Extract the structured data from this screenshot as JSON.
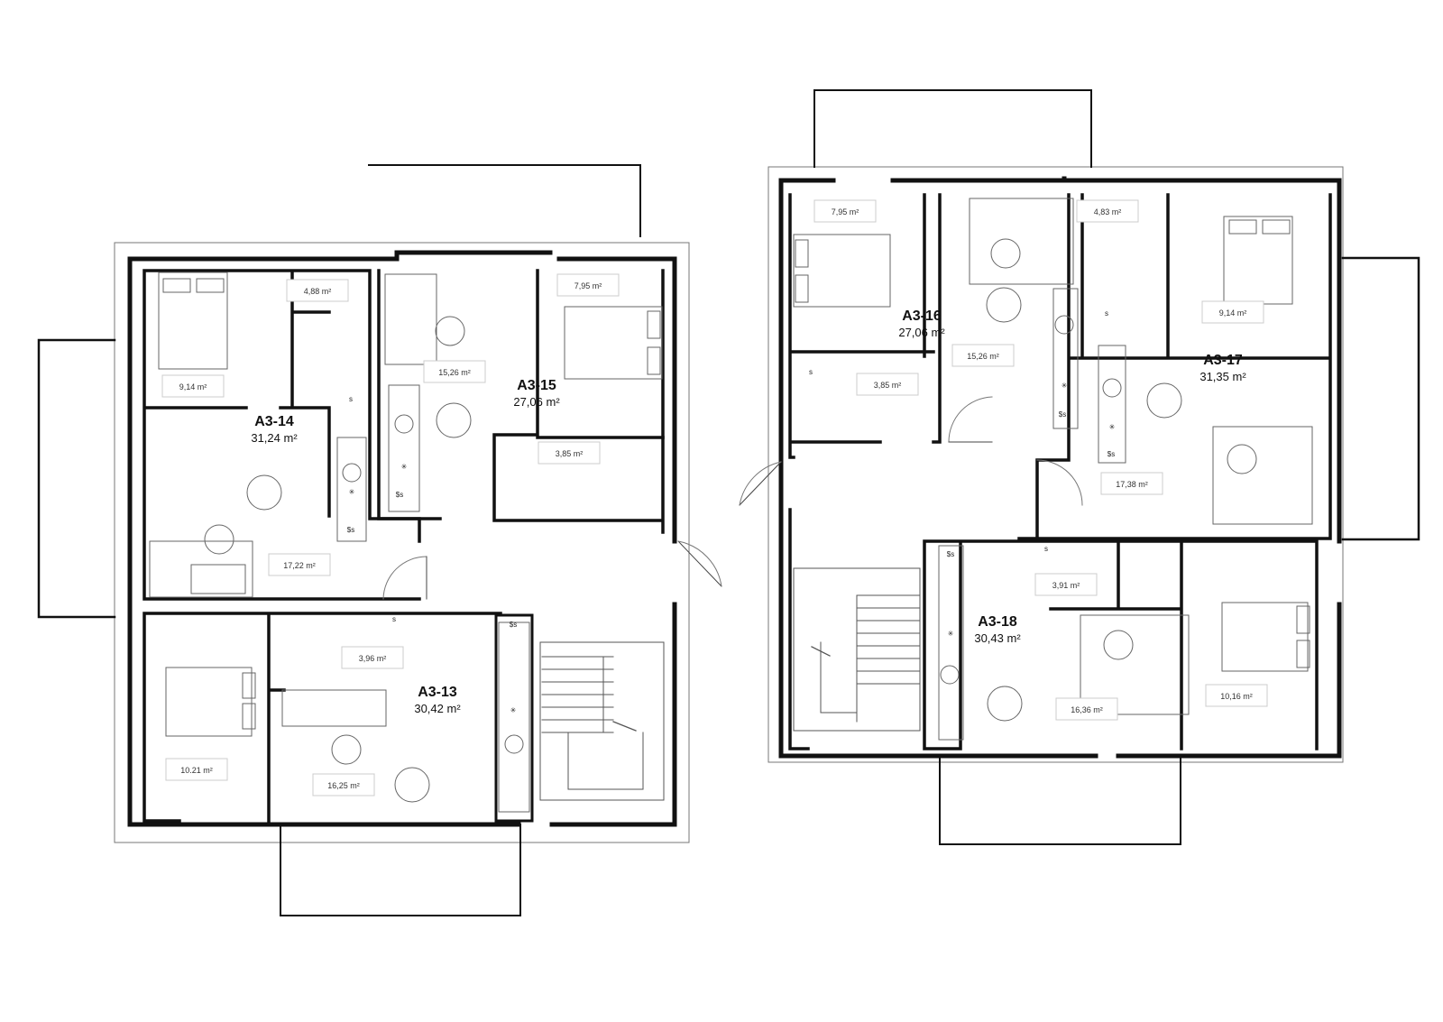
{
  "units": [
    {
      "id": "A3-14",
      "area": "31,24 m²"
    },
    {
      "id": "A3-15",
      "area": "27,06 m²"
    },
    {
      "id": "A3-13",
      "area": "30,42 m²"
    },
    {
      "id": "A3-16",
      "area": "27,06 m²"
    },
    {
      "id": "A3-17",
      "area": "31,35 m²"
    },
    {
      "id": "A3-18",
      "area": "30,43 m²"
    }
  ],
  "rooms": [
    "9,14 m²",
    "4,88 m²",
    "17,22 m²",
    "15,26 m²",
    "7,95 m²",
    "3,85 m²",
    "10.21 m²",
    "3,96 m²",
    "16,25 m²",
    "7,95 m²",
    "15,26 m²",
    "3,85 m²",
    "4,83 m²",
    "9,14 m²",
    "17,38 m²",
    "3,91 m²",
    "16,36 m²",
    "10,16 m²"
  ],
  "symbols": {
    "fridge": "$s",
    "sink": "s",
    "hob": "✳"
  },
  "colors": {
    "wall": "#111111",
    "thin": "#555555",
    "furniture": "#666666",
    "label_border": "#cccccc"
  }
}
